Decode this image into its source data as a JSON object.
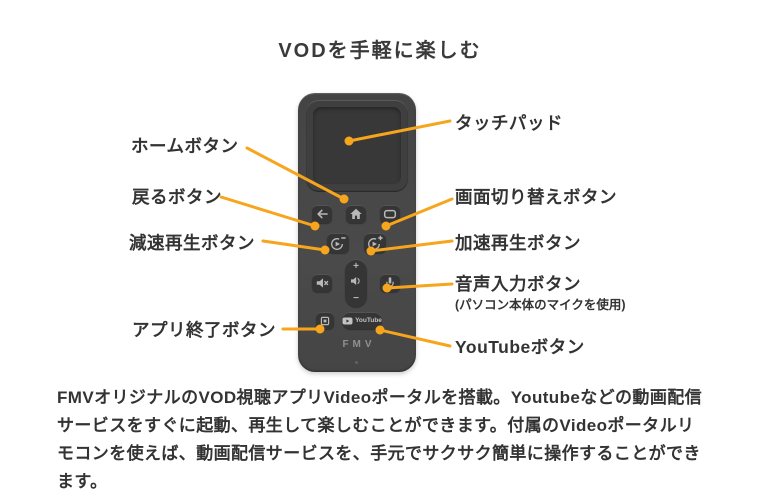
{
  "title": "VODを手軽に楽しむ",
  "accent_color": "#F6A51C",
  "remote": {
    "brand_label": "FMV",
    "youtube_button_label": "YouTube",
    "volume_plus_label": "+",
    "volume_minus_label": "−",
    "body_color": "#464646",
    "button_color": "#353535",
    "icon_color": "#b9b9b9"
  },
  "callouts": {
    "touchpad": {
      "label": "タッチパッド"
    },
    "home": {
      "label": "ホームボタン"
    },
    "back": {
      "label": "戻るボタン"
    },
    "screen_switch": {
      "label": "画面切り替えボタン"
    },
    "slow_playback": {
      "label": "減速再生ボタン"
    },
    "fast_playback": {
      "label": "加速再生ボタン"
    },
    "voice_input": {
      "label": "音声入力ボタン",
      "note": "(パソコン本体のマイクを使用)"
    },
    "app_exit": {
      "label": "アプリ終了ボタン"
    },
    "youtube": {
      "label": "YouTubeボタン"
    }
  },
  "description": "FMVオリジナルのVOD視聴アプリVideoポータルを搭載。Youtubeなどの動画配信サービスをすぐに起動、再生して楽しむことができます。付属のVideoポータルリモコンを使えば、動画配信サービスを、手元でサクサク簡単に操作することができます。"
}
